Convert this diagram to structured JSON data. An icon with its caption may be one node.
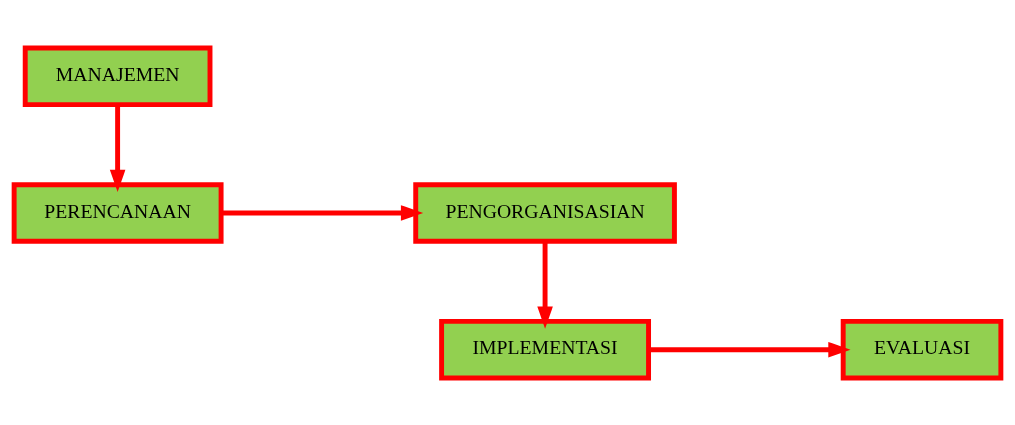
{
  "diagram": {
    "nodes": [
      {
        "text": [
          "PERENCANAAN"
        ]
      },
      {
        "text": [
          "PENGORGANISASIAN"
        ]
      },
      {
        "text": [
          "MANAJEMEN"
        ]
      },
      {
        "text": [
          "EVALUASI"
        ]
      },
      {
        "text": [
          "IMPLEMENTASI"
        ]
      }
    ],
    "edges": [
      {
        "from": 0,
        "to": 1,
        "arrow": "to"
      },
      {
        "from": 1,
        "to": 4,
        "arrow": "to"
      },
      {
        "from": 4,
        "to": 3,
        "arrow": "to"
      },
      {
        "from": 2,
        "to": 0,
        "arrow": "to"
      }
    ]
  }
}
